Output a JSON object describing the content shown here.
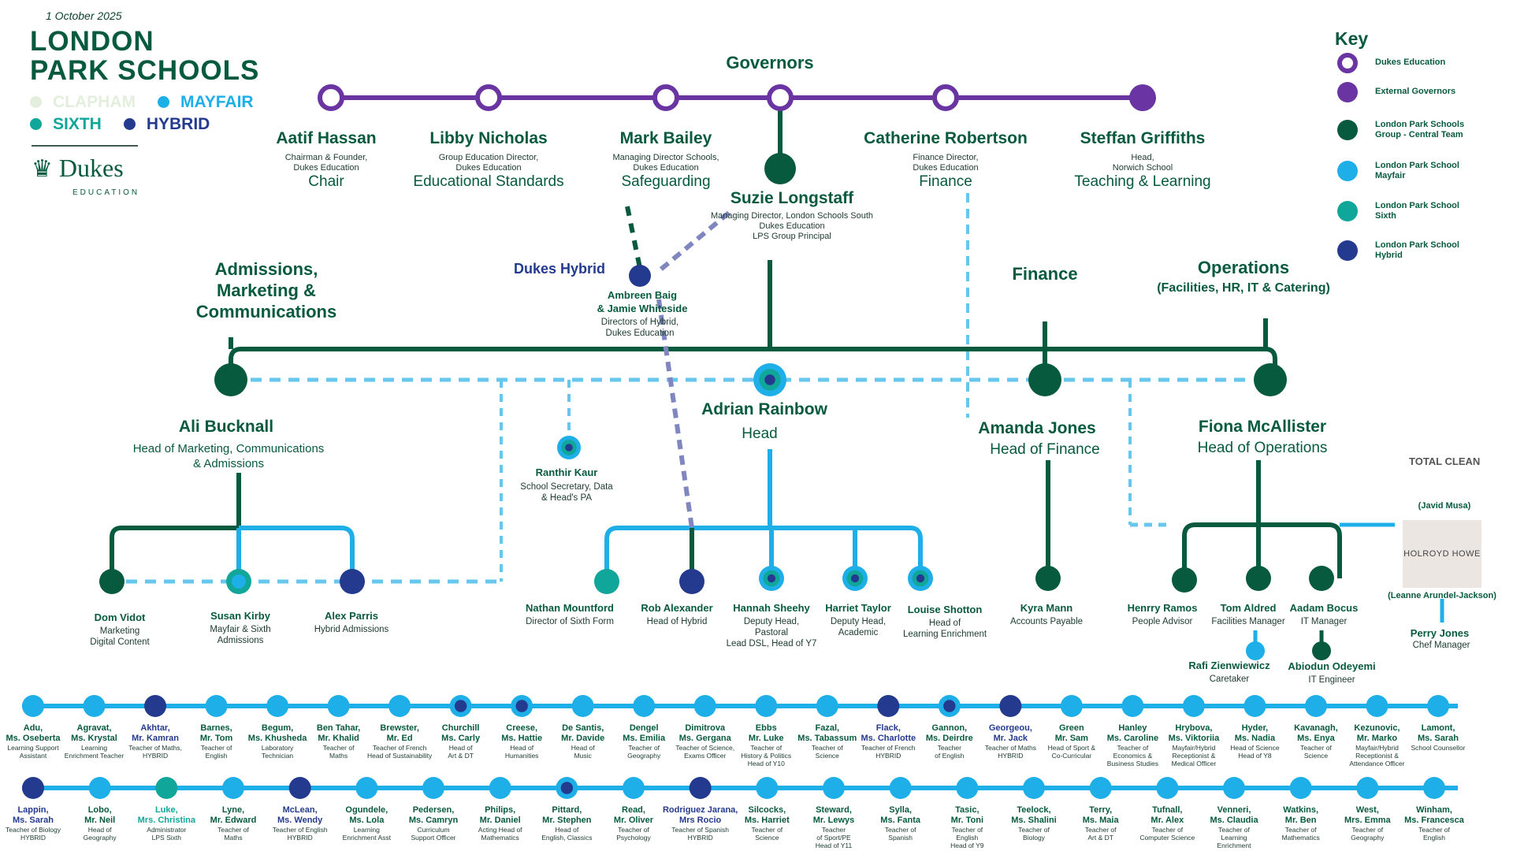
{
  "date": "1 October 2025",
  "logo": {
    "line1": "LONDON",
    "line2": "PARK SCHOOLS",
    "schools": [
      {
        "label": "CLAPHAM",
        "color": "#e3eedd"
      },
      {
        "label": "MAYFAIR",
        "color": "#1eaee8"
      },
      {
        "label": "SIXTH",
        "color": "#11a69a"
      },
      {
        "label": "HYBRID",
        "color": "#243a8e"
      }
    ],
    "parent": "Dukes",
    "parent_sub": "EDUCATION"
  },
  "colors": {
    "dukes": "#6a35a2",
    "central": "#075a3e",
    "mayfair": "#1eaee8",
    "sixth": "#11a69a",
    "hybrid": "#243a8e",
    "dashed": "#66c6ee"
  },
  "governors": {
    "title": "Governors",
    "members": [
      {
        "name": "Aatif Hassan",
        "role": "Chairman & Founder,\nDukes Education",
        "area": "Chair",
        "type": "dukes"
      },
      {
        "name": "Libby Nicholas",
        "role": "Group Education Director,\nDukes Education",
        "area": "Educational Standards",
        "type": "dukes"
      },
      {
        "name": "Mark Bailey",
        "role": "Managing Director Schools,\nDukes Education",
        "area": "Safeguarding",
        "type": "dukes"
      },
      {
        "name": "Catherine Robertson",
        "role": "Finance Director,\nDukes Education",
        "area": "Finance",
        "type": "dukes"
      },
      {
        "name": "Steffan Griffiths",
        "role": "Head,\nNorwich School",
        "area": "Teaching & Learning",
        "type": "external"
      }
    ]
  },
  "principal": {
    "name": "Suzie Longstaff",
    "role1": "Managing Director, London Schools South",
    "role2": "Dukes Education",
    "role3": "LPS Group Principal"
  },
  "dukes_hybrid": {
    "label": "Dukes Hybrid",
    "name1": "Ambreen Baig",
    "name2": "& Jamie Whiteside",
    "role1": "Directors of Hybrid,",
    "role2": "Dukes Education"
  },
  "sections": {
    "admissions": "Admissions,\nMarketing &\nCommunications",
    "finance": "Finance",
    "operations": "Operations",
    "operations_sub": "(Facilities, HR, IT & Catering)"
  },
  "heads": {
    "ali": {
      "name": "Ali Bucknall",
      "role": "Head of Marketing, Communications\n& Admissions"
    },
    "adrian": {
      "name": "Adrian Rainbow",
      "role": "Head"
    },
    "amanda": {
      "name": "Amanda Jones",
      "role": "Head of Finance"
    },
    "fiona": {
      "name": "Fiona McAllister",
      "role": "Head of Operations"
    },
    "ranthir": {
      "name": "Ranthir Kaur",
      "role": "School Secretary, Data\n& Head's PA"
    }
  },
  "admissions_team": [
    {
      "name": "Dom Vidot",
      "role": "Marketing\nDigital Content"
    },
    {
      "name": "Susan Kirby",
      "role": "Mayfair & Sixth\nAdmissions"
    },
    {
      "name": "Alex Parris",
      "role": "Hybrid Admissions"
    }
  ],
  "senior_team": [
    {
      "name": "Nathan Mountford",
      "role": "Director of Sixth Form"
    },
    {
      "name": "Rob Alexander",
      "role": "Head of Hybrid"
    },
    {
      "name": "Hannah Sheehy",
      "role": "Deputy Head,\nPastoral\nLead DSL, Head of Y7"
    },
    {
      "name": "Harriet Taylor",
      "role": "Deputy Head,\nAcademic"
    },
    {
      "name": "Louise Shotton",
      "role": "Head of\nLearning Enrichment"
    }
  ],
  "finance_team": [
    {
      "name": "Kyra Mann",
      "role": "Accounts Payable"
    }
  ],
  "operations_team": [
    {
      "name": "Henrry Ramos",
      "role": "People Advisor"
    },
    {
      "name": "Tom Aldred",
      "role": "Facilities Manager"
    },
    {
      "name": "Aadam Bocus",
      "role": "IT Manager"
    },
    {
      "name": "Rafi Zienwiewicz",
      "role": "Caretaker"
    },
    {
      "name": "Abiodun Odeyemi",
      "role": "IT Engineer"
    }
  ],
  "contractors": {
    "cleaning_logo": "TOTAL CLEAN",
    "cleaning_contact": "(Javid Musa)",
    "catering_logo": "HOLROYD HOWE",
    "catering_contact": "(Leanne Arundel-Jackson)",
    "chef": {
      "name": "Perry Jones",
      "role": "Chef Manager"
    }
  },
  "key": {
    "title": "Key",
    "items": [
      {
        "label": "Dukes Education",
        "style": "ring-purple"
      },
      {
        "label": "External Governors",
        "style": "fill-purple"
      },
      {
        "label": "London Park Schools\nGroup - Central Team",
        "style": "central"
      },
      {
        "label": "London Park School\nMayfair",
        "style": "mayfair"
      },
      {
        "label": "London Park School\nSixth",
        "style": "sixth"
      },
      {
        "label": "London Park School\nHybrid",
        "style": "hybrid"
      }
    ]
  },
  "staff_row1": [
    {
      "name": "Adu,\nMs. Oseberta",
      "role": "Learning Support\nAssistant",
      "type": "mayfair"
    },
    {
      "name": "Agravat,\nMs. Krystal",
      "role": "Learning\nEnrichment Teacher",
      "type": "mayfair"
    },
    {
      "name": "Akhtar,\nMr. Kamran",
      "role": "Teacher of Maths,\nHYBRID",
      "type": "hybrid"
    },
    {
      "name": "Barnes,\nMr. Tom",
      "role": "Teacher of\nEnglish",
      "type": "mayfair"
    },
    {
      "name": "Begum,\nMs. Khusheda",
      "role": "Laboratory\nTechnician",
      "type": "mayfair"
    },
    {
      "name": "Ben Tahar,\nMr. Khalid",
      "role": "Teacher of\nMaths",
      "type": "mayfair"
    },
    {
      "name": "Brewster,\nMr. Ed",
      "role": "Teacher of French\nHead of Sustainability",
      "type": "mayfair"
    },
    {
      "name": "Churchill\nMs. Carly",
      "role": "Head of\nArt & DT",
      "type": "dual"
    },
    {
      "name": "Creese,\nMs. Hattie",
      "role": "Head of\nHumanities",
      "type": "dual"
    },
    {
      "name": "De Santis,\nMr. Davide",
      "role": "Head of\nMusic",
      "type": "mayfair"
    },
    {
      "name": "Dengel\nMs. Emilia",
      "role": "Teacher of\nGeography",
      "type": "mayfair"
    },
    {
      "name": "Dimitrova\nMs. Gergana",
      "role": "Teacher of Science,\nExams Officer",
      "type": "mayfair"
    },
    {
      "name": "Ebbs\nMr. Luke",
      "role": "Teacher of\nHistory & Politics\nHead of Y10",
      "type": "mayfair"
    },
    {
      "name": "Fazal,\nMs. Tabassum",
      "role": "Teacher of\nScience",
      "type": "mayfair"
    },
    {
      "name": "Flack,\nMs. Charlotte",
      "role": "Teacher of French\nHYBRID",
      "type": "hybrid"
    },
    {
      "name": "Gannon,\nMs. Deirdre",
      "role": "Teacher\nof English",
      "type": "dual"
    },
    {
      "name": "Georgeou,\nMr. Jack",
      "role": "Teacher of Maths\nHYBRID",
      "type": "hybrid"
    },
    {
      "name": "Green\nMr. Sam",
      "role": "Head of Sport &\nCo-Curricular",
      "type": "mayfair"
    },
    {
      "name": "Hanley\nMs. Caroline",
      "role": "Teacher of\nEconomics &\nBusiness Studies",
      "type": "mayfair"
    },
    {
      "name": "Hrybova,\nMs. Viktoriia",
      "role": "Mayfair/Hybrid\nReceptionist &\nMedical Officer",
      "type": "mayfair"
    },
    {
      "name": "Hyder,\nMs. Nadia",
      "role": "Head of Science\nHead of Y8",
      "type": "mayfair"
    },
    {
      "name": "Kavanagh,\nMs. Enya",
      "role": "Teacher of\nScience",
      "type": "mayfair"
    },
    {
      "name": "Kezunovic,\nMr. Marko",
      "role": "Mayfair/Hybrid\nReceptionist &\nAttendance Officer",
      "type": "mayfair"
    },
    {
      "name": "Lamont,\nMs. Sarah",
      "role": "School Counsellor",
      "type": "mayfair"
    }
  ],
  "staff_row2": [
    {
      "name": "Lappin,\nMs. Sarah",
      "role": "Teacher of Biology\nHYBRID",
      "type": "hybrid"
    },
    {
      "name": "Lobo,\nMr. Neil",
      "role": "Head of\nGeography",
      "type": "mayfair"
    },
    {
      "name": "Luke,\nMrs. Christina",
      "role": "Administrator\nLPS Sixth",
      "type": "sixth"
    },
    {
      "name": "Lyne,\nMr. Edward",
      "role": "Teacher of\nMaths",
      "type": "mayfair"
    },
    {
      "name": "McLean,\nMs. Wendy",
      "role": "Teacher of English\nHYBRID",
      "type": "hybrid"
    },
    {
      "name": "Ogundele,\nMs. Lola",
      "role": "Learning\nEnrichment Asst",
      "type": "mayfair"
    },
    {
      "name": "Pedersen,\nMs. Camryn",
      "role": "Curriculum\nSupport Officer",
      "type": "mayfair"
    },
    {
      "name": "Philips,\nMr. Daniel",
      "role": "Acting Head of\nMathematics",
      "type": "mayfair"
    },
    {
      "name": "Pittard,\nMr. Stephen",
      "role": "Head of\nEnglish, Classics",
      "type": "dual"
    },
    {
      "name": "Read,\nMr. Oliver",
      "role": "Teacher of\nPsychology",
      "type": "mayfair"
    },
    {
      "name": "Rodriguez Jarana,\nMrs Rocio",
      "role": "Teacher of Spanish\nHYBRID",
      "type": "hybrid"
    },
    {
      "name": "Silcocks,\nMs. Harriet",
      "role": "Teacher of\nScience",
      "type": "mayfair"
    },
    {
      "name": "Steward,\nMr. Lewys",
      "role": "Teacher\nof Sport/PE\nHead of Y11",
      "type": "mayfair"
    },
    {
      "name": "Sylla,\nMs. Fanta",
      "role": "Teacher of\nSpanish",
      "type": "mayfair"
    },
    {
      "name": "Tasic,\nMr. Toni",
      "role": "Teacher of\nEnglish\nHead of Y9",
      "type": "mayfair"
    },
    {
      "name": "Teelock,\nMs. Shalini",
      "role": "Teacher of\nBiology",
      "type": "mayfair"
    },
    {
      "name": "Terry,\nMs. Maia",
      "role": "Teacher of\nArt & DT",
      "type": "mayfair"
    },
    {
      "name": "Tufnall,\nMr. Alex",
      "role": "Teacher of\nComputer Science",
      "type": "mayfair"
    },
    {
      "name": "Venneri,\nMs. Claudia",
      "role": "Teacher of\nLearning\nEnrichment",
      "type": "mayfair"
    },
    {
      "name": "Watkins,\nMr. Ben",
      "role": "Teacher of\nMathematics",
      "type": "mayfair"
    },
    {
      "name": "West,\nMrs. Emma",
      "role": "Teacher of\nGeography",
      "type": "mayfair"
    },
    {
      "name": "Winham,\nMs. Francesca",
      "role": "Teacher of\nEnglish",
      "type": "mayfair"
    }
  ]
}
